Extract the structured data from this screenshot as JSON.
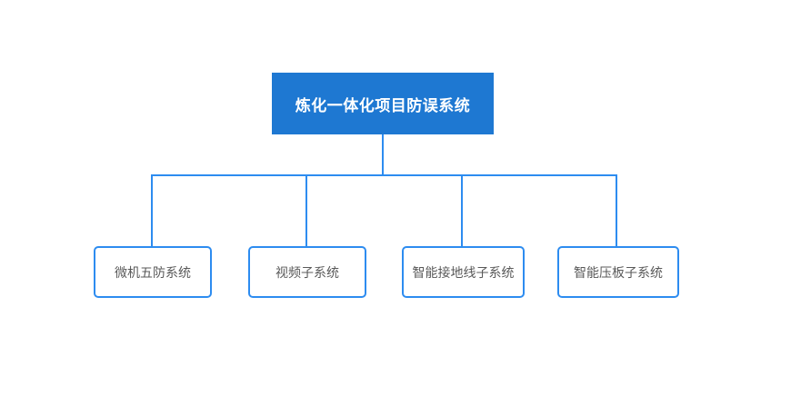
{
  "diagram": {
    "title": "炼化一体化项目防误系统",
    "root": {
      "label": "炼化一体化项目防误系统"
    },
    "children": [
      {
        "label": "微机五防系统"
      },
      {
        "label": "视频子系统"
      },
      {
        "label": "智能接地线子系统"
      },
      {
        "label": "智能压板子系统"
      }
    ],
    "colors": {
      "background": "#FFFFFF",
      "root_fill": "#1E78D2",
      "root_text": "#FFFFFF",
      "connector": "#2D8CF0",
      "child_border": "#2D8CF0",
      "child_fill": "#FFFFFF",
      "child_text": "#595959"
    }
  }
}
